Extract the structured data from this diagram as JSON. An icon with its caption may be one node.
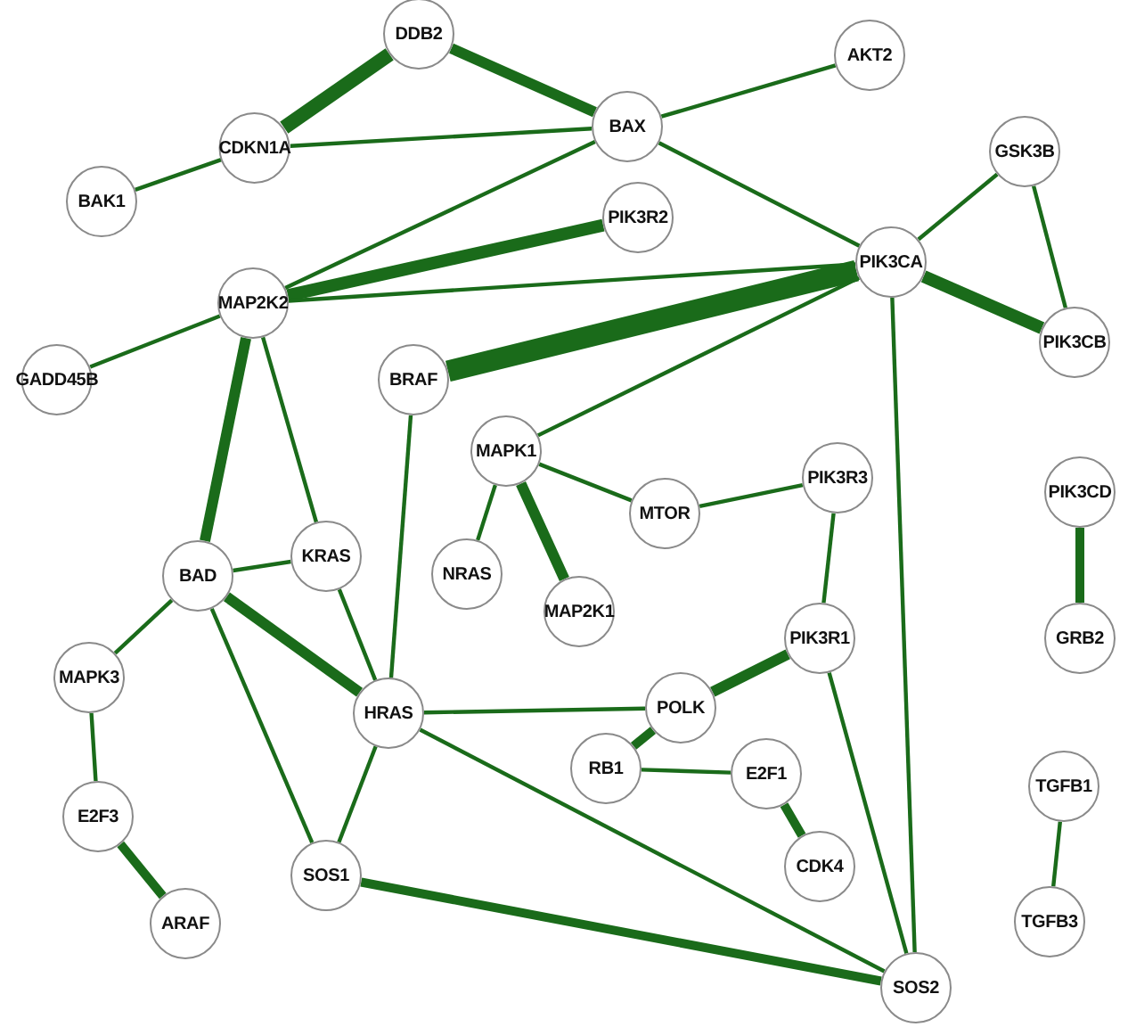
{
  "diagram": {
    "nodes": [
      {
        "text": [
          "DDB2"
        ]
      },
      {
        "text": [
          "AKT2"
        ]
      },
      {
        "text": [
          "CDKN1A"
        ]
      },
      {
        "text": [
          "BAX"
        ]
      },
      {
        "text": [
          "BAK1"
        ]
      },
      {
        "text": [
          "GSK3B"
        ]
      },
      {
        "text": [
          "PIK3R2"
        ]
      },
      {
        "text": [
          "PIK3CA"
        ]
      },
      {
        "text": [
          "MAP2K2"
        ]
      },
      {
        "text": [
          "PIK3CB"
        ]
      },
      {
        "text": [
          "GADD45B"
        ]
      },
      {
        "text": [
          "BRAF"
        ]
      },
      {
        "text": [
          "MAPK1"
        ]
      },
      {
        "text": [
          "PIK3R3"
        ]
      },
      {
        "text": [
          "PIK3CD"
        ]
      },
      {
        "text": [
          "MTOR"
        ]
      },
      {
        "text": [
          "KRAS"
        ]
      },
      {
        "text": [
          "NRAS"
        ]
      },
      {
        "text": [
          "BAD"
        ]
      },
      {
        "text": [
          "MAP2K1"
        ]
      },
      {
        "text": [
          "PIK3R1"
        ]
      },
      {
        "text": [
          "GRB2"
        ]
      },
      {
        "text": [
          "MAPK3"
        ]
      },
      {
        "text": [
          "HRAS"
        ]
      },
      {
        "text": [
          "POLK"
        ]
      },
      {
        "text": [
          "RB1"
        ]
      },
      {
        "text": [
          "E2F1"
        ]
      },
      {
        "text": [
          "TGFB1"
        ]
      },
      {
        "text": [
          "E2F3"
        ]
      },
      {
        "text": [
          "CDK4"
        ]
      },
      {
        "text": [
          "SOS1"
        ]
      },
      {
        "text": [
          "TGFB3"
        ]
      },
      {
        "text": [
          "ARAF"
        ]
      },
      {
        "text": [
          "SOS2"
        ]
      }
    ],
    "edges": [
      {
        "from": 0,
        "to": 2,
        "arrow": "none",
        "style": "thick"
      },
      {
        "from": 0,
        "to": 3,
        "arrow": "none",
        "style": "thick"
      },
      {
        "from": 2,
        "to": 3,
        "arrow": "none"
      },
      {
        "from": 2,
        "to": 4,
        "arrow": "none"
      },
      {
        "from": 1,
        "to": 3,
        "arrow": "none"
      },
      {
        "from": 3,
        "to": 8,
        "arrow": "none"
      },
      {
        "from": 3,
        "to": 7,
        "arrow": "none"
      },
      {
        "from": 8,
        "to": 6,
        "arrow": "none",
        "style": "thick"
      },
      {
        "from": 8,
        "to": 7,
        "arrow": "none"
      },
      {
        "from": 8,
        "to": 10,
        "arrow": "none"
      },
      {
        "from": 8,
        "to": 18,
        "arrow": "none",
        "style": "thick"
      },
      {
        "from": 8,
        "to": 16,
        "arrow": "none"
      },
      {
        "from": 11,
        "to": 7,
        "arrow": "none",
        "style": "thick"
      },
      {
        "from": 11,
        "to": 23,
        "arrow": "none"
      },
      {
        "from": 5,
        "to": 7,
        "arrow": "none"
      },
      {
        "from": 5,
        "to": 9,
        "arrow": "none"
      },
      {
        "from": 7,
        "to": 9,
        "arrow": "none",
        "style": "thick"
      },
      {
        "from": 7,
        "to": 12,
        "arrow": "none"
      },
      {
        "from": 7,
        "to": 33,
        "arrow": "none"
      },
      {
        "from": 12,
        "to": 15,
        "arrow": "none"
      },
      {
        "from": 12,
        "to": 17,
        "arrow": "none"
      },
      {
        "from": 12,
        "to": 19,
        "arrow": "none",
        "style": "thick"
      },
      {
        "from": 15,
        "to": 13,
        "arrow": "none"
      },
      {
        "from": 13,
        "to": 20,
        "arrow": "none"
      },
      {
        "from": 14,
        "to": 21,
        "arrow": "none",
        "style": "thick"
      },
      {
        "from": 16,
        "to": 18,
        "arrow": "none"
      },
      {
        "from": 16,
        "to": 23,
        "arrow": "none"
      },
      {
        "from": 18,
        "to": 22,
        "arrow": "none"
      },
      {
        "from": 18,
        "to": 23,
        "arrow": "none",
        "style": "thick"
      },
      {
        "from": 18,
        "to": 30,
        "arrow": "none"
      },
      {
        "from": 22,
        "to": 28,
        "arrow": "none"
      },
      {
        "from": 28,
        "to": 32,
        "arrow": "none",
        "style": "thick"
      },
      {
        "from": 23,
        "to": 24,
        "arrow": "none"
      },
      {
        "from": 23,
        "to": 30,
        "arrow": "none"
      },
      {
        "from": 23,
        "to": 33,
        "arrow": "none"
      },
      {
        "from": 24,
        "to": 20,
        "arrow": "none",
        "style": "thick"
      },
      {
        "from": 24,
        "to": 25,
        "arrow": "none",
        "style": "thick"
      },
      {
        "from": 25,
        "to": 26,
        "arrow": "none"
      },
      {
        "from": 26,
        "to": 29,
        "arrow": "none",
        "style": "thick"
      },
      {
        "from": 20,
        "to": 33,
        "arrow": "none"
      },
      {
        "from": 30,
        "to": 33,
        "arrow": "none",
        "style": "thick"
      },
      {
        "from": 27,
        "to": 31,
        "arrow": "none"
      }
    ]
  }
}
